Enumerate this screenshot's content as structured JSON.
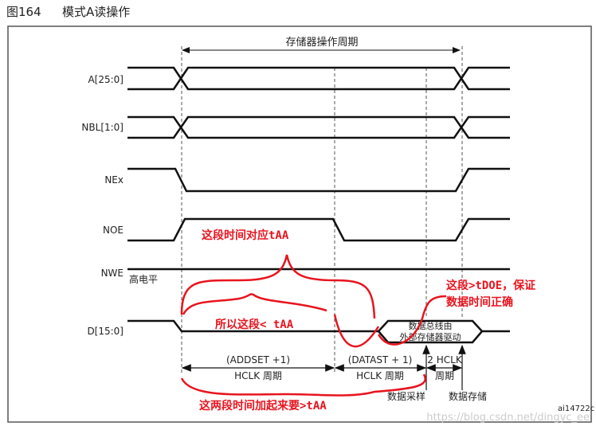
{
  "figure": {
    "number": "图164",
    "title": "模式A读操作",
    "id": "ai14722c",
    "watermark": "https://blog.csdn.net/dingyc_ee"
  },
  "cycle_label": "存储器操作周期",
  "signals": [
    "A[25:0]",
    "NBL[1:0]",
    "NEx",
    "NOE",
    "NWE",
    "D[15:0]"
  ],
  "nwe_note": "高电平",
  "bus_text": [
    "数据总线由",
    "外部存储器驱动"
  ],
  "intervals": [
    {
      "top": "(ADDSET +1)",
      "bottom": "HCLK 周期"
    },
    {
      "top": "(DATAST + 1)",
      "bottom": "HCLK 周期"
    },
    {
      "top": "2 HCLK",
      "bottom": "周期"
    }
  ],
  "events": [
    "数据采样",
    "数据存储"
  ],
  "annotations": [
    "这段时间对应tAA",
    "所以这段< tAA",
    "这段>tDOE，保证",
    "数据时间正确",
    "这两段时间加起来要>tAA"
  ],
  "colors": {
    "annotation": "#e8141e"
  }
}
